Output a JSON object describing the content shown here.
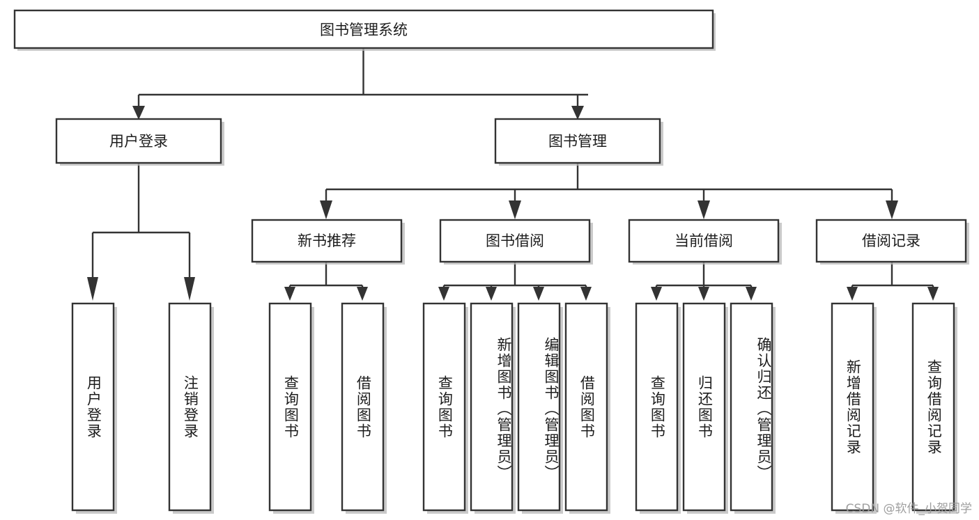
{
  "diagram": {
    "type": "tree",
    "title": "图书管理系统",
    "watermark": "CSDN @软件_小贺同学",
    "colors": {
      "stroke": "#333333",
      "fill": "#ffffff",
      "text": "#1c1c1c",
      "shadow": "#b8b8b8",
      "watermark": "#9a9a9a"
    },
    "levels": {
      "root": {
        "label": "图书管理系统"
      },
      "level2": [
        {
          "label": "用户登录"
        },
        {
          "label": "图书管理"
        }
      ],
      "level3": [
        {
          "label": "新书推荐"
        },
        {
          "label": "图书借阅"
        },
        {
          "label": "当前借阅"
        },
        {
          "label": "借阅记录"
        }
      ],
      "leaves": [
        {
          "label": "用户登录",
          "parent": "用户登录"
        },
        {
          "label": "注销登录",
          "parent": "用户登录"
        },
        {
          "label": "查询图书",
          "parent": "新书推荐"
        },
        {
          "label": "借阅图书",
          "parent": "新书推荐"
        },
        {
          "label": "查询图书",
          "parent": "图书借阅"
        },
        {
          "label": "新增图书（管理员）",
          "parent": "图书借阅"
        },
        {
          "label": "编辑图书（管理员）",
          "parent": "图书借阅"
        },
        {
          "label": "借阅图书",
          "parent": "图书借阅"
        },
        {
          "label": "查询图书",
          "parent": "当前借阅"
        },
        {
          "label": "归还图书",
          "parent": "当前借阅"
        },
        {
          "label": "确认归还（管理员）",
          "parent": "当前借阅"
        },
        {
          "label": "新增借阅记录",
          "parent": "借阅记录"
        },
        {
          "label": "查询借阅记录",
          "parent": "借阅记录"
        }
      ]
    }
  }
}
